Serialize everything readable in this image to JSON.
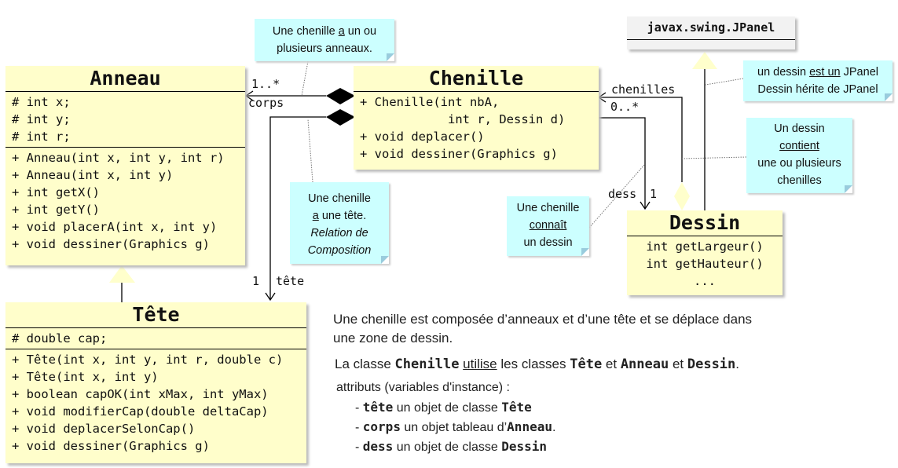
{
  "anneau": {
    "name": "Anneau",
    "attributes": [
      "# int x;",
      "# int y;",
      "# int r;"
    ],
    "methods": [
      "+ Anneau(int x, int y, int r)",
      "+ Anneau(int x, int y)",
      "+ int getX()",
      "+ int getY()",
      "+ void placerA(int x, int y)",
      "+ void dessiner(Graphics g)"
    ]
  },
  "tete": {
    "name": "Tête",
    "attributes": [
      "# double cap;"
    ],
    "methods": [
      "+ Tête(int x, int y, int r, double c)",
      "+ Tête(int x, int y)",
      "+ boolean capOK(int xMax, int yMax)",
      "+ void modifierCap(double deltaCap)",
      "+ void deplacerSelonCap()",
      "+ void dessiner(Graphics g)"
    ]
  },
  "chenille": {
    "name": "Chenille",
    "methods": [
      "+ Chenille(int nbA,",
      "int r, Dessin d)",
      "+ void deplacer()",
      "+ void dessiner(Graphics g)"
    ]
  },
  "jpanel": {
    "name": "javax.swing.JPanel"
  },
  "dessin": {
    "name": "Dessin",
    "methods": [
      "int getLargeur()",
      "int getHauteur()",
      "..."
    ]
  },
  "labels": {
    "corps_mult": "1..*",
    "corps": "corps",
    "tete_mult": "1",
    "tete": "tête",
    "chenilles": "chenilles",
    "chenilles_mult": "0..*",
    "dess": "dess",
    "dess_mult": "1"
  },
  "notes": {
    "n1": [
      "Une chenille ",
      "a",
      " un ou",
      "plusieurs anneaux."
    ],
    "n2": [
      "Une chenille",
      "a",
      " une tête.",
      "Relation de",
      "Composition"
    ],
    "n3": [
      "un dessin ",
      "est un",
      "  JPanel",
      "Dessin hérite de JPanel"
    ],
    "n4": [
      "Un dessin",
      "contient",
      "une ou plusieurs",
      "chenilles"
    ],
    "n5": [
      "Une chenille",
      "connaît",
      "un dessin"
    ]
  },
  "text": {
    "p1": "Une chenille est composée d’anneaux et d’une tête et se déplace dans une zone de dessin.",
    "p2": [
      "La classe ",
      "Chenille",
      " ",
      "utilise",
      " les classes ",
      "Tête",
      " et ",
      "Anneau",
      " et ",
      "Dessin",
      "."
    ],
    "p3": "attributs (variables d'instance)  :",
    "items": [
      [
        "- ",
        "tête",
        " un objet de classe ",
        "Tête",
        ""
      ],
      [
        "- ",
        "corps",
        " un objet tableau d’",
        "Anneau",
        "."
      ],
      [
        "- ",
        "dess",
        " un objet de classe ",
        "Dessin",
        ""
      ]
    ]
  }
}
